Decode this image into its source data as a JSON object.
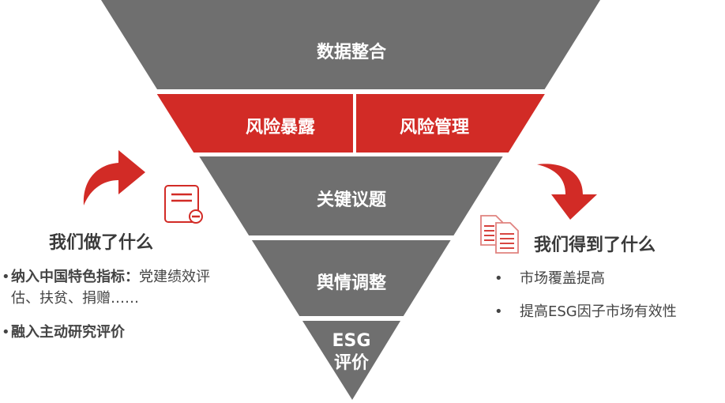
{
  "colors": {
    "gray": "#6f6f6f",
    "red": "#d22b26",
    "text": "#3a3a3a"
  },
  "funnel": {
    "levels": [
      {
        "label": "数据整合"
      },
      {
        "label_left": "风险暴露",
        "label_right": "风险管理"
      },
      {
        "label": "关键议题"
      },
      {
        "label": "舆情调整"
      },
      {
        "label_line1": "ESG",
        "label_line2": "评价"
      }
    ]
  },
  "left": {
    "title": "我们做了什么",
    "icon": "document-minus-icon",
    "arrow_icon": "curved-arrow-right-icon",
    "items": [
      {
        "bold": "纳入中国特色指标：",
        "text": "党建绩效评估、扶贫、捐赠……"
      },
      {
        "bold": "融入主动研究评价",
        "text": ""
      }
    ]
  },
  "right": {
    "title": "我们得到了什么",
    "icon": "documents-icon",
    "arrow_icon": "curved-arrow-down-icon",
    "items": [
      "市场覆盖提高",
      "提高ESG因子市场有效性"
    ]
  }
}
